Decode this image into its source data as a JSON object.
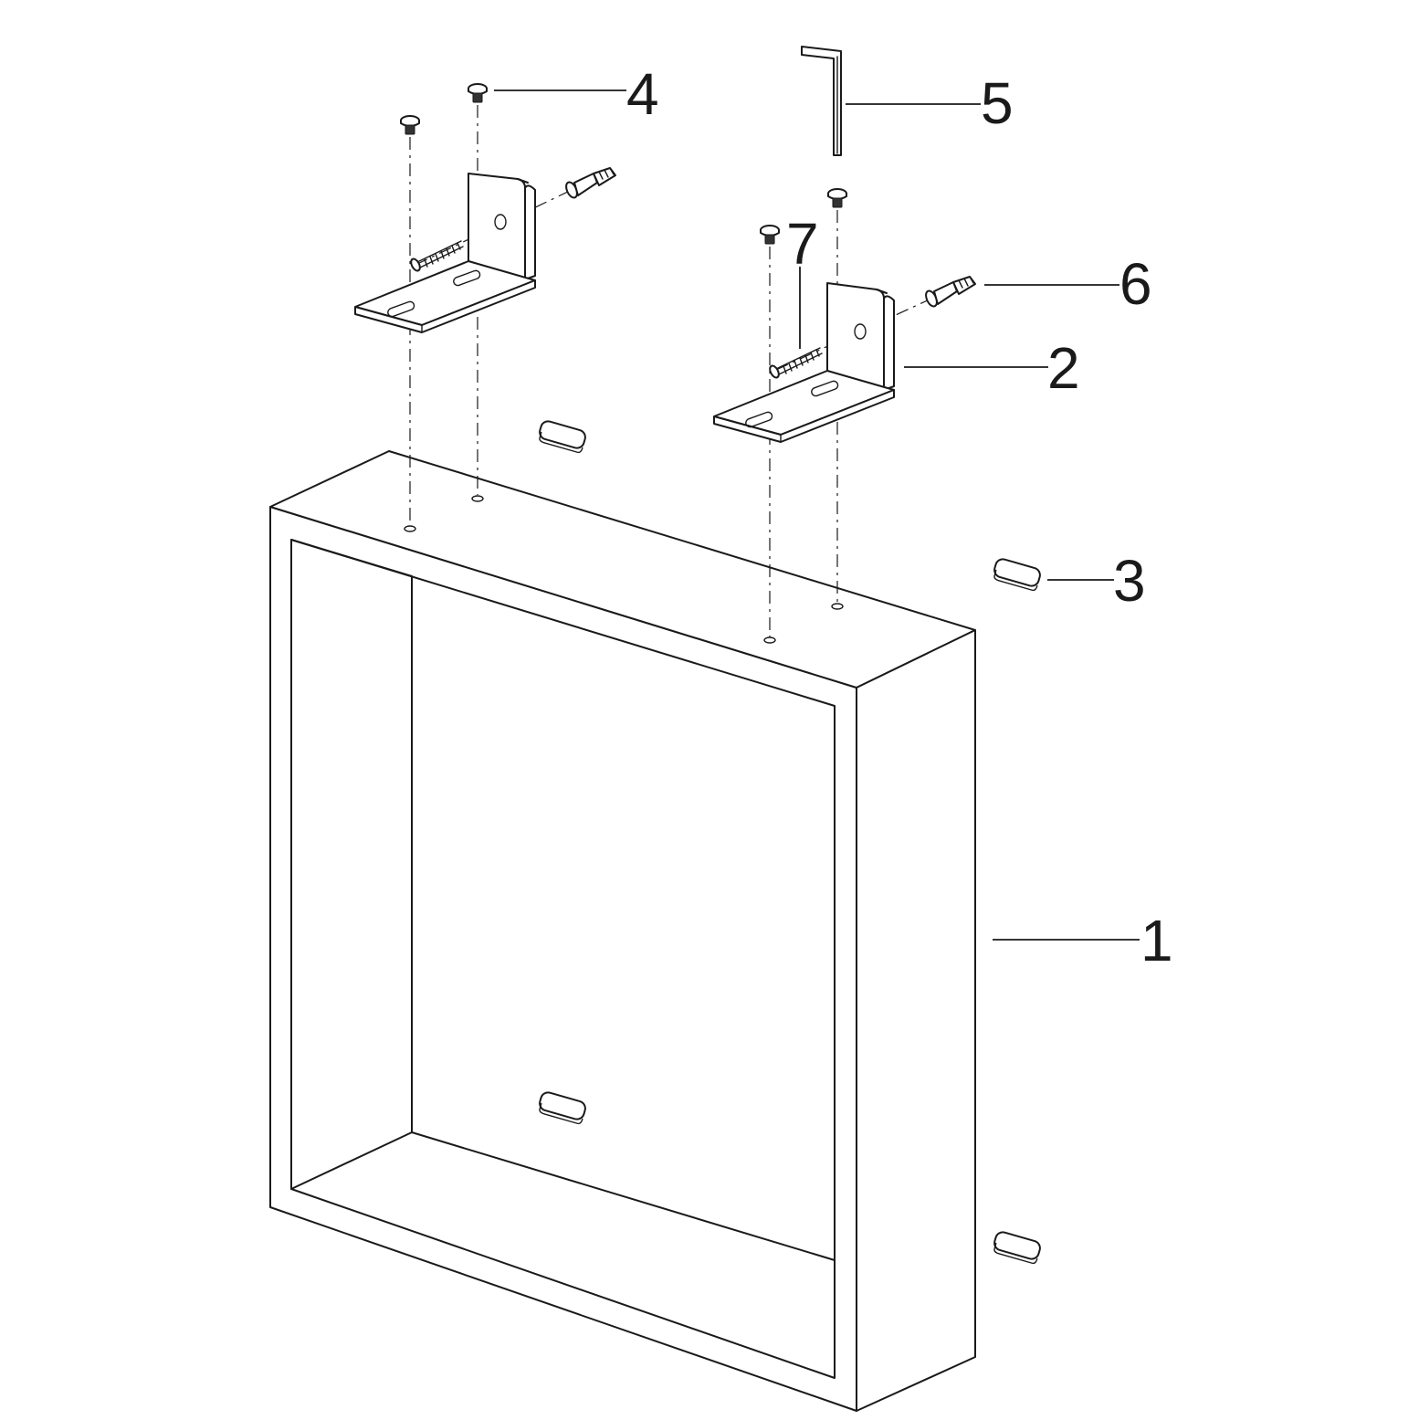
{
  "callouts": {
    "frame": "1",
    "bracket": "2",
    "pad": "3",
    "bolt": "4",
    "hex_key": "5",
    "wall_plug": "6",
    "wood_screw": "7"
  },
  "colors": {
    "line": "#1a1a1a",
    "background": "#ffffff"
  }
}
